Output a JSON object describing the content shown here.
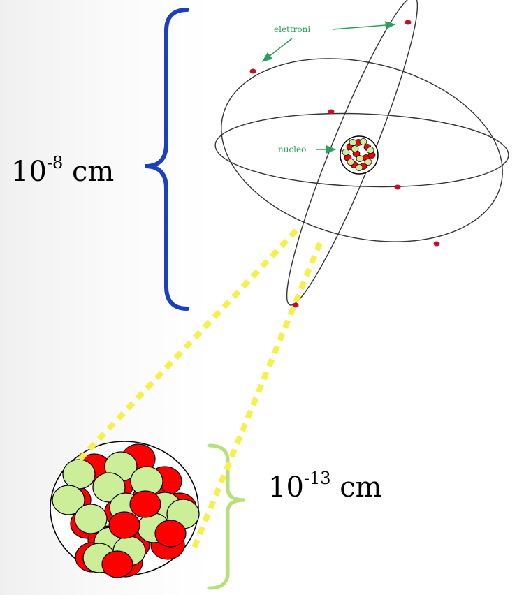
{
  "atom_figure": {
    "electrons_label": "elettroni",
    "nucleus_label": "nucleo"
  },
  "scales": {
    "atom": {
      "base": "10",
      "exponent": "-8",
      "unit": "cm"
    },
    "nucleus": {
      "base": "10",
      "exponent": "-13",
      "unit": "cm"
    }
  },
  "colors": {
    "atom_brace": "#1a3fbf",
    "nucleus_brace": "#b6e07a",
    "zoom_lines": "#f6f04a",
    "proton": "#ff0000",
    "neutron": "#ccee99",
    "orbit": "#333333",
    "electron": "#c0102a",
    "label_green": "#2aa05a"
  }
}
